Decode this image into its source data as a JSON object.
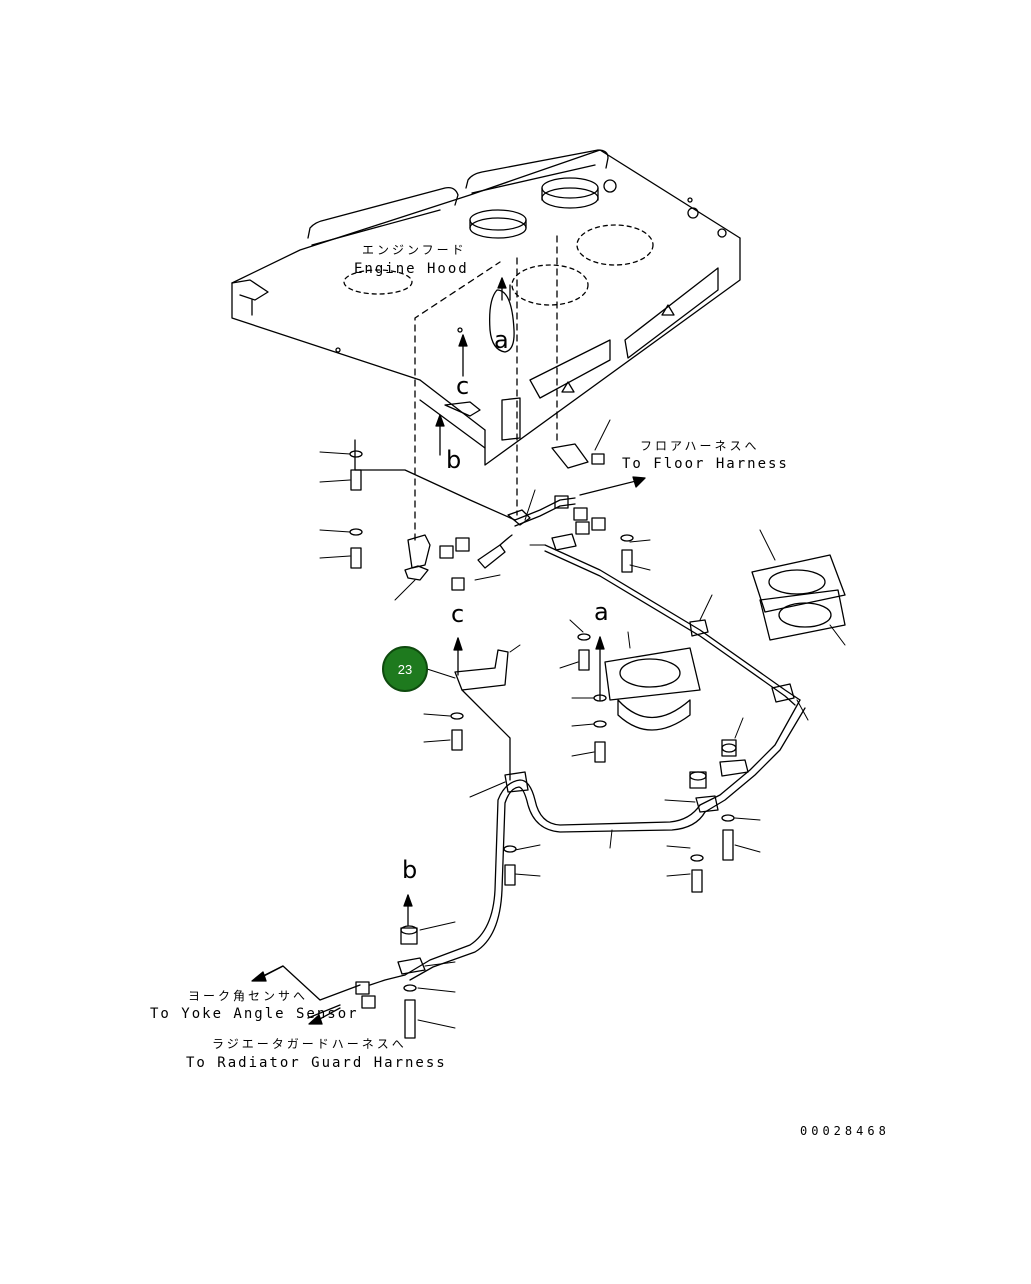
{
  "labels": {
    "engine_hood_jp": "エンジンフード",
    "engine_hood_en": "Engine Hood",
    "floor_harness_jp": "フロアハーネスへ",
    "floor_harness_en": "To Floor Harness",
    "yoke_sensor_jp": "ヨーク角センサへ",
    "yoke_sensor_en": "To Yoke Angle Sensor",
    "radiator_guard_jp": "ラジエータガードハーネスへ",
    "radiator_guard_en": "To Radiator Guard Harness"
  },
  "reference_letters": {
    "a_top": "a",
    "c_top": "c",
    "b_top": "b",
    "c_lower": "c",
    "a_lower": "a",
    "b_lower": "b"
  },
  "callout": {
    "number": "23",
    "color": "#1e7a1e"
  },
  "document_number": "00028468"
}
